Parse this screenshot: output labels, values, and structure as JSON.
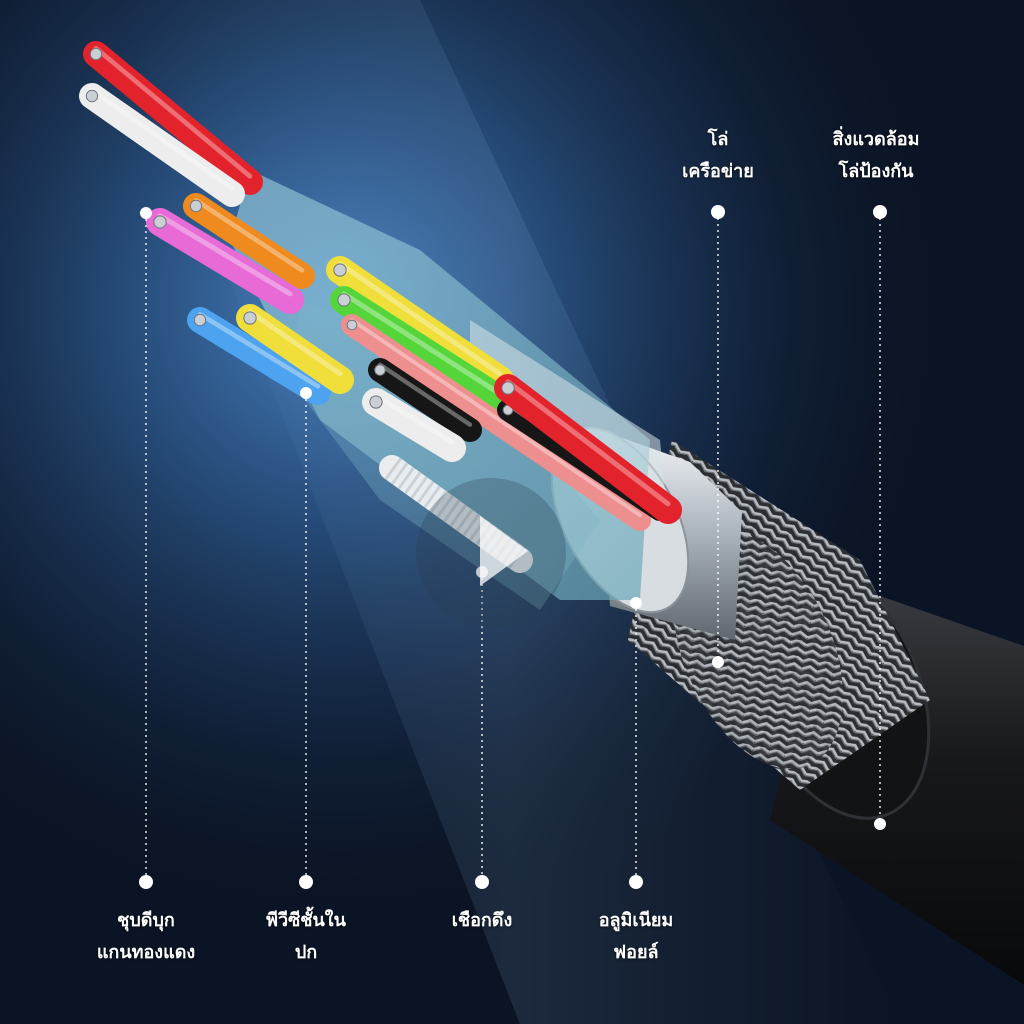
{
  "labels": {
    "copper_core": {
      "line1": "ชุบดีบุก",
      "line2": "แกนทองแดง"
    },
    "pvc_insulation": {
      "line1": "พีวีซีชั้นใน",
      "line2": "ปก"
    },
    "pull_cord": {
      "line1": "เชือกดึง"
    },
    "aluminum_foil": {
      "line1": "อลูมิเนียม",
      "line2": "ฟอยล์"
    },
    "braid_shield": {
      "line1": "โล่",
      "line2": "เครือข่าย"
    },
    "outer_jacket": {
      "line1": "สิ่งแวดล้อม",
      "line2": "โล่ป้องกัน"
    }
  },
  "colors": {
    "background": "#0b1424",
    "glow": "#3f74b5",
    "jacket": "#161718",
    "braid": "#8a8f94",
    "foil": "#c9ced3",
    "sheath": "#8fc3cf",
    "wire_red": "#e3232b",
    "wire_white": "#ededed",
    "wire_orange": "#ef8a1f",
    "wire_pink": "#e86ad6",
    "wire_blue": "#4da3ef",
    "wire_yellow": "#f0de3a",
    "wire_green": "#54d63b",
    "wire_salmon": "#ee8f8f",
    "wire_black": "#161616",
    "callout_dot": "#ffffff"
  },
  "play_button": {
    "icon": "play-icon"
  }
}
